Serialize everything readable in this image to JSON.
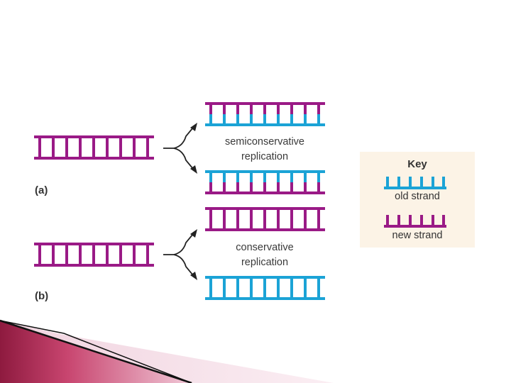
{
  "diagram": {
    "parts": [
      "(a)",
      "(b)"
    ],
    "labels": {
      "semiconservative": "semiconservative replication",
      "conservative": "conservative replication"
    },
    "key": {
      "title": "Key",
      "old_strand": "old strand",
      "new_strand": "new strand"
    },
    "colors": {
      "old_strand": "#1ba3d6",
      "new_strand": "#9a1a86",
      "arrow": "#222222",
      "key_background": "#fcf3e6",
      "accent_dark": "#8e1a3f",
      "accent_light": "#e4a5c2"
    }
  }
}
